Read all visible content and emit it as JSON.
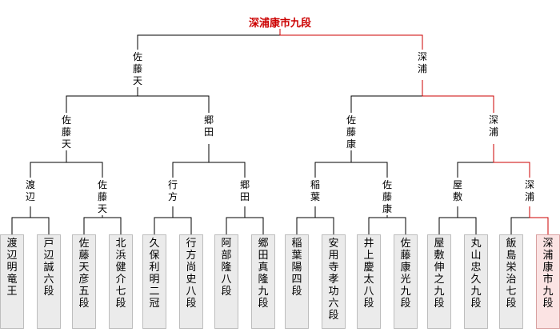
{
  "champion": "深浦康市九段",
  "colors": {
    "line": "#000000",
    "winner_line": "#cc0000",
    "champion_text": "#cc0000",
    "box_bg": "#ebebeb",
    "winner_box_bg": "#fbe3e3"
  },
  "final": {
    "left": "佐藤天",
    "right": "深浦"
  },
  "semis": [
    {
      "left": "佐藤天",
      "right": "郷田"
    },
    {
      "left": "佐藤康",
      "right": "深浦"
    }
  ],
  "quarters": [
    {
      "left": "渡辺",
      "right": "佐藤天"
    },
    {
      "left": "行方",
      "right": "郷田"
    },
    {
      "left": "稲葉",
      "right": "佐藤康"
    },
    {
      "left": "屋敷",
      "right": "深浦"
    }
  ],
  "players": [
    {
      "name": "渡辺　明竜王"
    },
    {
      "name": "戸辺　誠六段"
    },
    {
      "name": "佐藤天彦五段"
    },
    {
      "name": "北浜健介七段"
    },
    {
      "name": "久保利明二冠"
    },
    {
      "name": "行方尚史八段"
    },
    {
      "name": "阿部　隆八段"
    },
    {
      "name": "郷田真隆九段"
    },
    {
      "name": "稲葉　陽四段"
    },
    {
      "name": "安用寺孝功六段"
    },
    {
      "name": "井上慶太八段"
    },
    {
      "name": "佐藤康光九段"
    },
    {
      "name": "屋敷伸之九段"
    },
    {
      "name": "丸山忠久九段"
    },
    {
      "name": "飯島栄治七段"
    },
    {
      "name": "深浦康市九段"
    }
  ]
}
